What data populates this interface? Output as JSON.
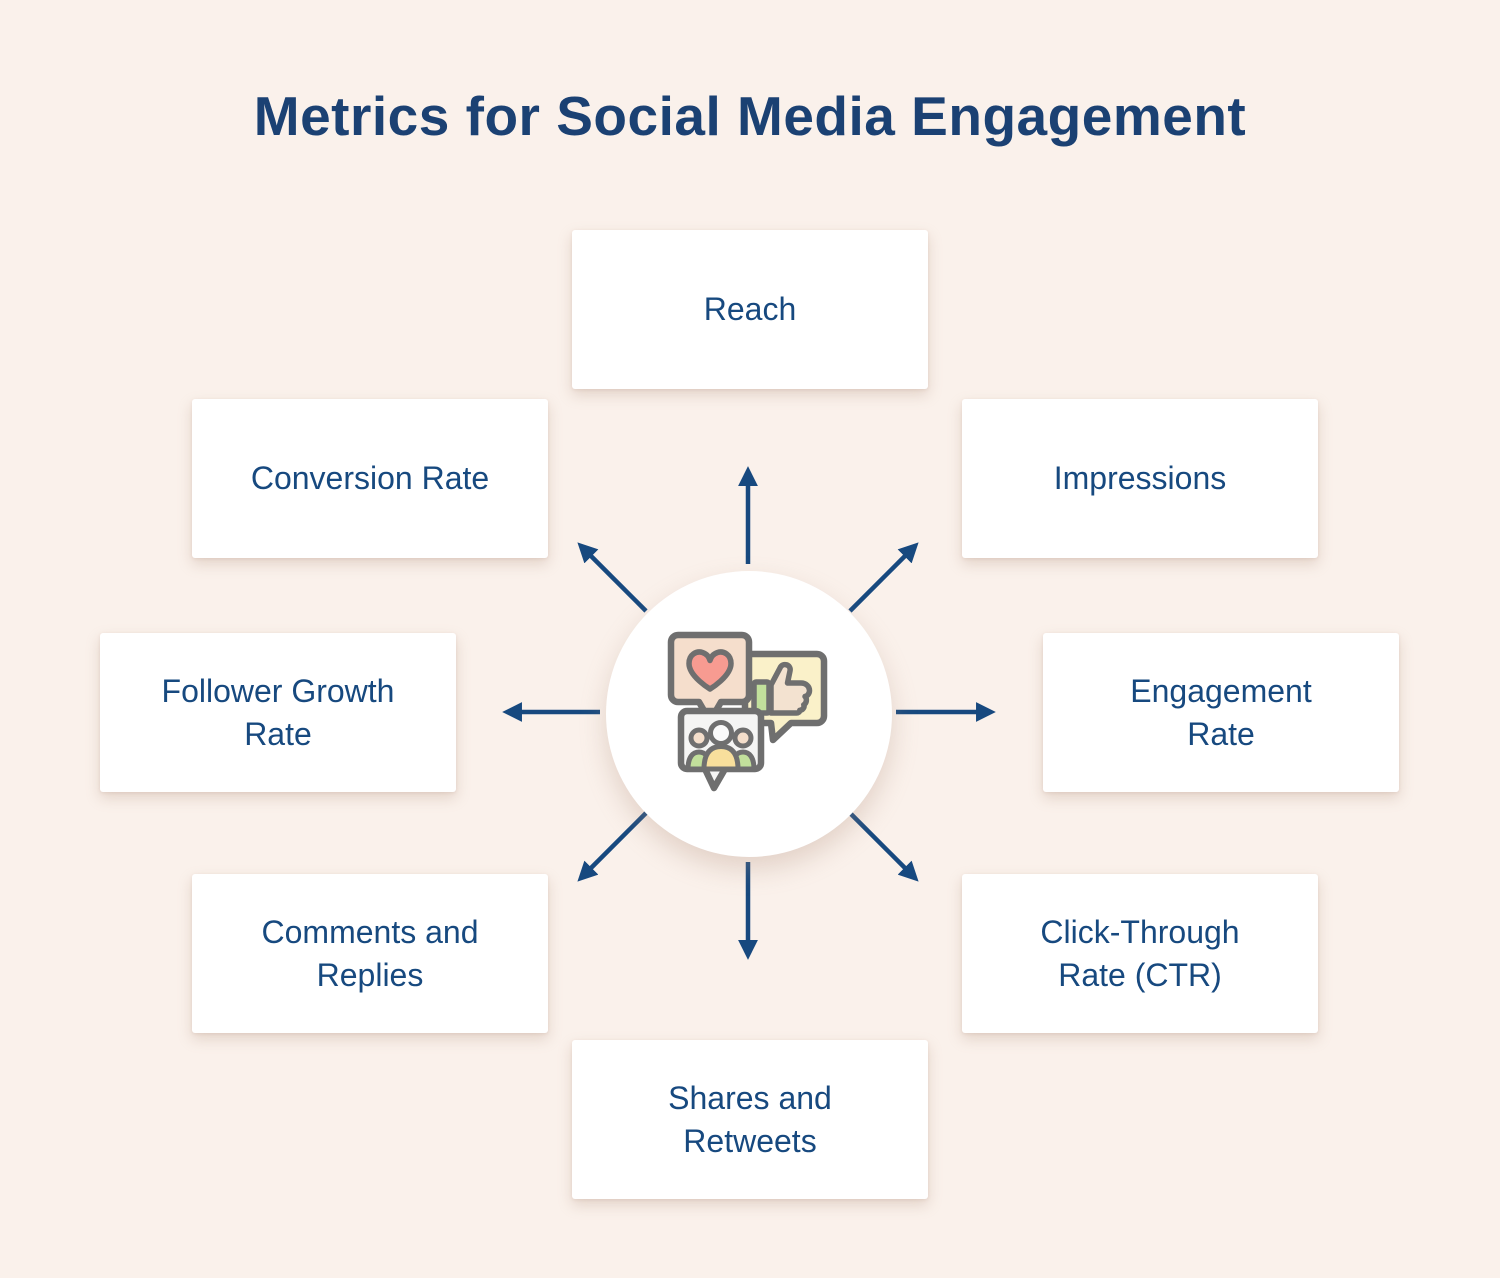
{
  "title": "Metrics for Social Media Engagement",
  "colors": {
    "background": "#FAF1EB",
    "card_background": "#FFFFFF",
    "title_text": "#1B4173",
    "label_text": "#17497F",
    "arrow": "#17497F",
    "icon_outline": "#6F6F6F",
    "icon_bubble_peach": "#F5DECC",
    "icon_heart_salmon": "#F79B91",
    "icon_bubble_yellow": "#FAF1C9",
    "icon_green": "#C2E09C",
    "icon_body_yellow": "#F8DF9C",
    "icon_bubble_gray": "#F5F5F4",
    "icon_hand_peach": "#F3E2D0"
  },
  "center": {
    "icon": "social-engagement-bubbles-icon"
  },
  "nodes": [
    {
      "id": "reach",
      "position": "top",
      "label": "Reach"
    },
    {
      "id": "conversion-rate",
      "position": "top-left",
      "label": "Conversion Rate"
    },
    {
      "id": "impressions",
      "position": "top-right",
      "label": "Impressions"
    },
    {
      "id": "follower-growth-rate",
      "position": "left",
      "label": "Follower Growth\nRate"
    },
    {
      "id": "engagement-rate",
      "position": "right",
      "label": "Engagement\nRate"
    },
    {
      "id": "comments-and-replies",
      "position": "bottom-left",
      "label": "Comments and\nReplies"
    },
    {
      "id": "click-through-rate",
      "position": "bottom-right",
      "label": "Click-Through\nRate (CTR)"
    },
    {
      "id": "shares-and-retweets",
      "position": "bottom",
      "label": "Shares and\nRetweets"
    }
  ]
}
